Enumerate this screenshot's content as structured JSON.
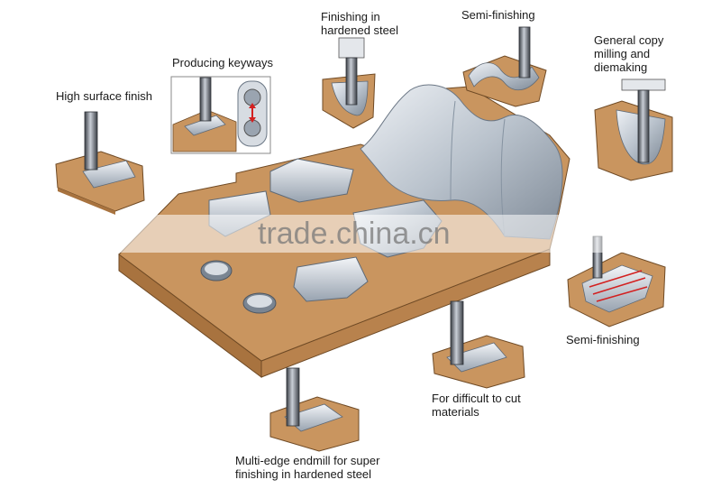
{
  "labels": {
    "high_surface": "High surface finish",
    "keyways": "Producing keyways",
    "finishing_hardened": [
      "Finishing in",
      "hardened steel"
    ],
    "semi_top": "Semi-finishing",
    "general_copy": [
      "General copy",
      "milling and",
      "diemaking"
    ],
    "semi_right": "Semi-finishing",
    "difficult": [
      "For difficult to cut",
      "materials"
    ],
    "multi_edge": [
      "Multi-edge endmill for super",
      "finishing in hardened steel"
    ]
  },
  "watermark": "trade.china.cn",
  "colors": {
    "wood": "#c9955f",
    "wood_dark": "#a8733f",
    "steel": "#c4ccd6",
    "steel_dark": "#8d98a5",
    "tool": "#5c6068"
  }
}
